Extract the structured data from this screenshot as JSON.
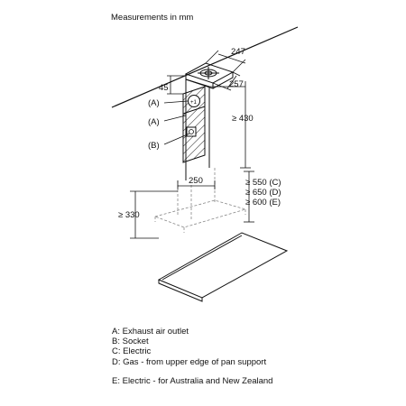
{
  "title": "Measurements in mm",
  "dimensions": {
    "d247": "247",
    "d257": "257",
    "d45": "45",
    "d430": "≥ 430",
    "d250": "250",
    "d330": "≥ 330",
    "dC": "≥ 550 (C)",
    "dD": "≥ 650 (D)",
    "dE": "≥ 600 (E)"
  },
  "callouts": {
    "a1": "(A)",
    "a2": "(A)",
    "b": "(B)"
  },
  "legend": [
    "A: Exhaust air outlet",
    "B: Socket",
    "C: Electric",
    "D: Gas - from upper edge of pan support",
    "",
    "E: Electric - for Australia and New Zealand"
  ]
}
